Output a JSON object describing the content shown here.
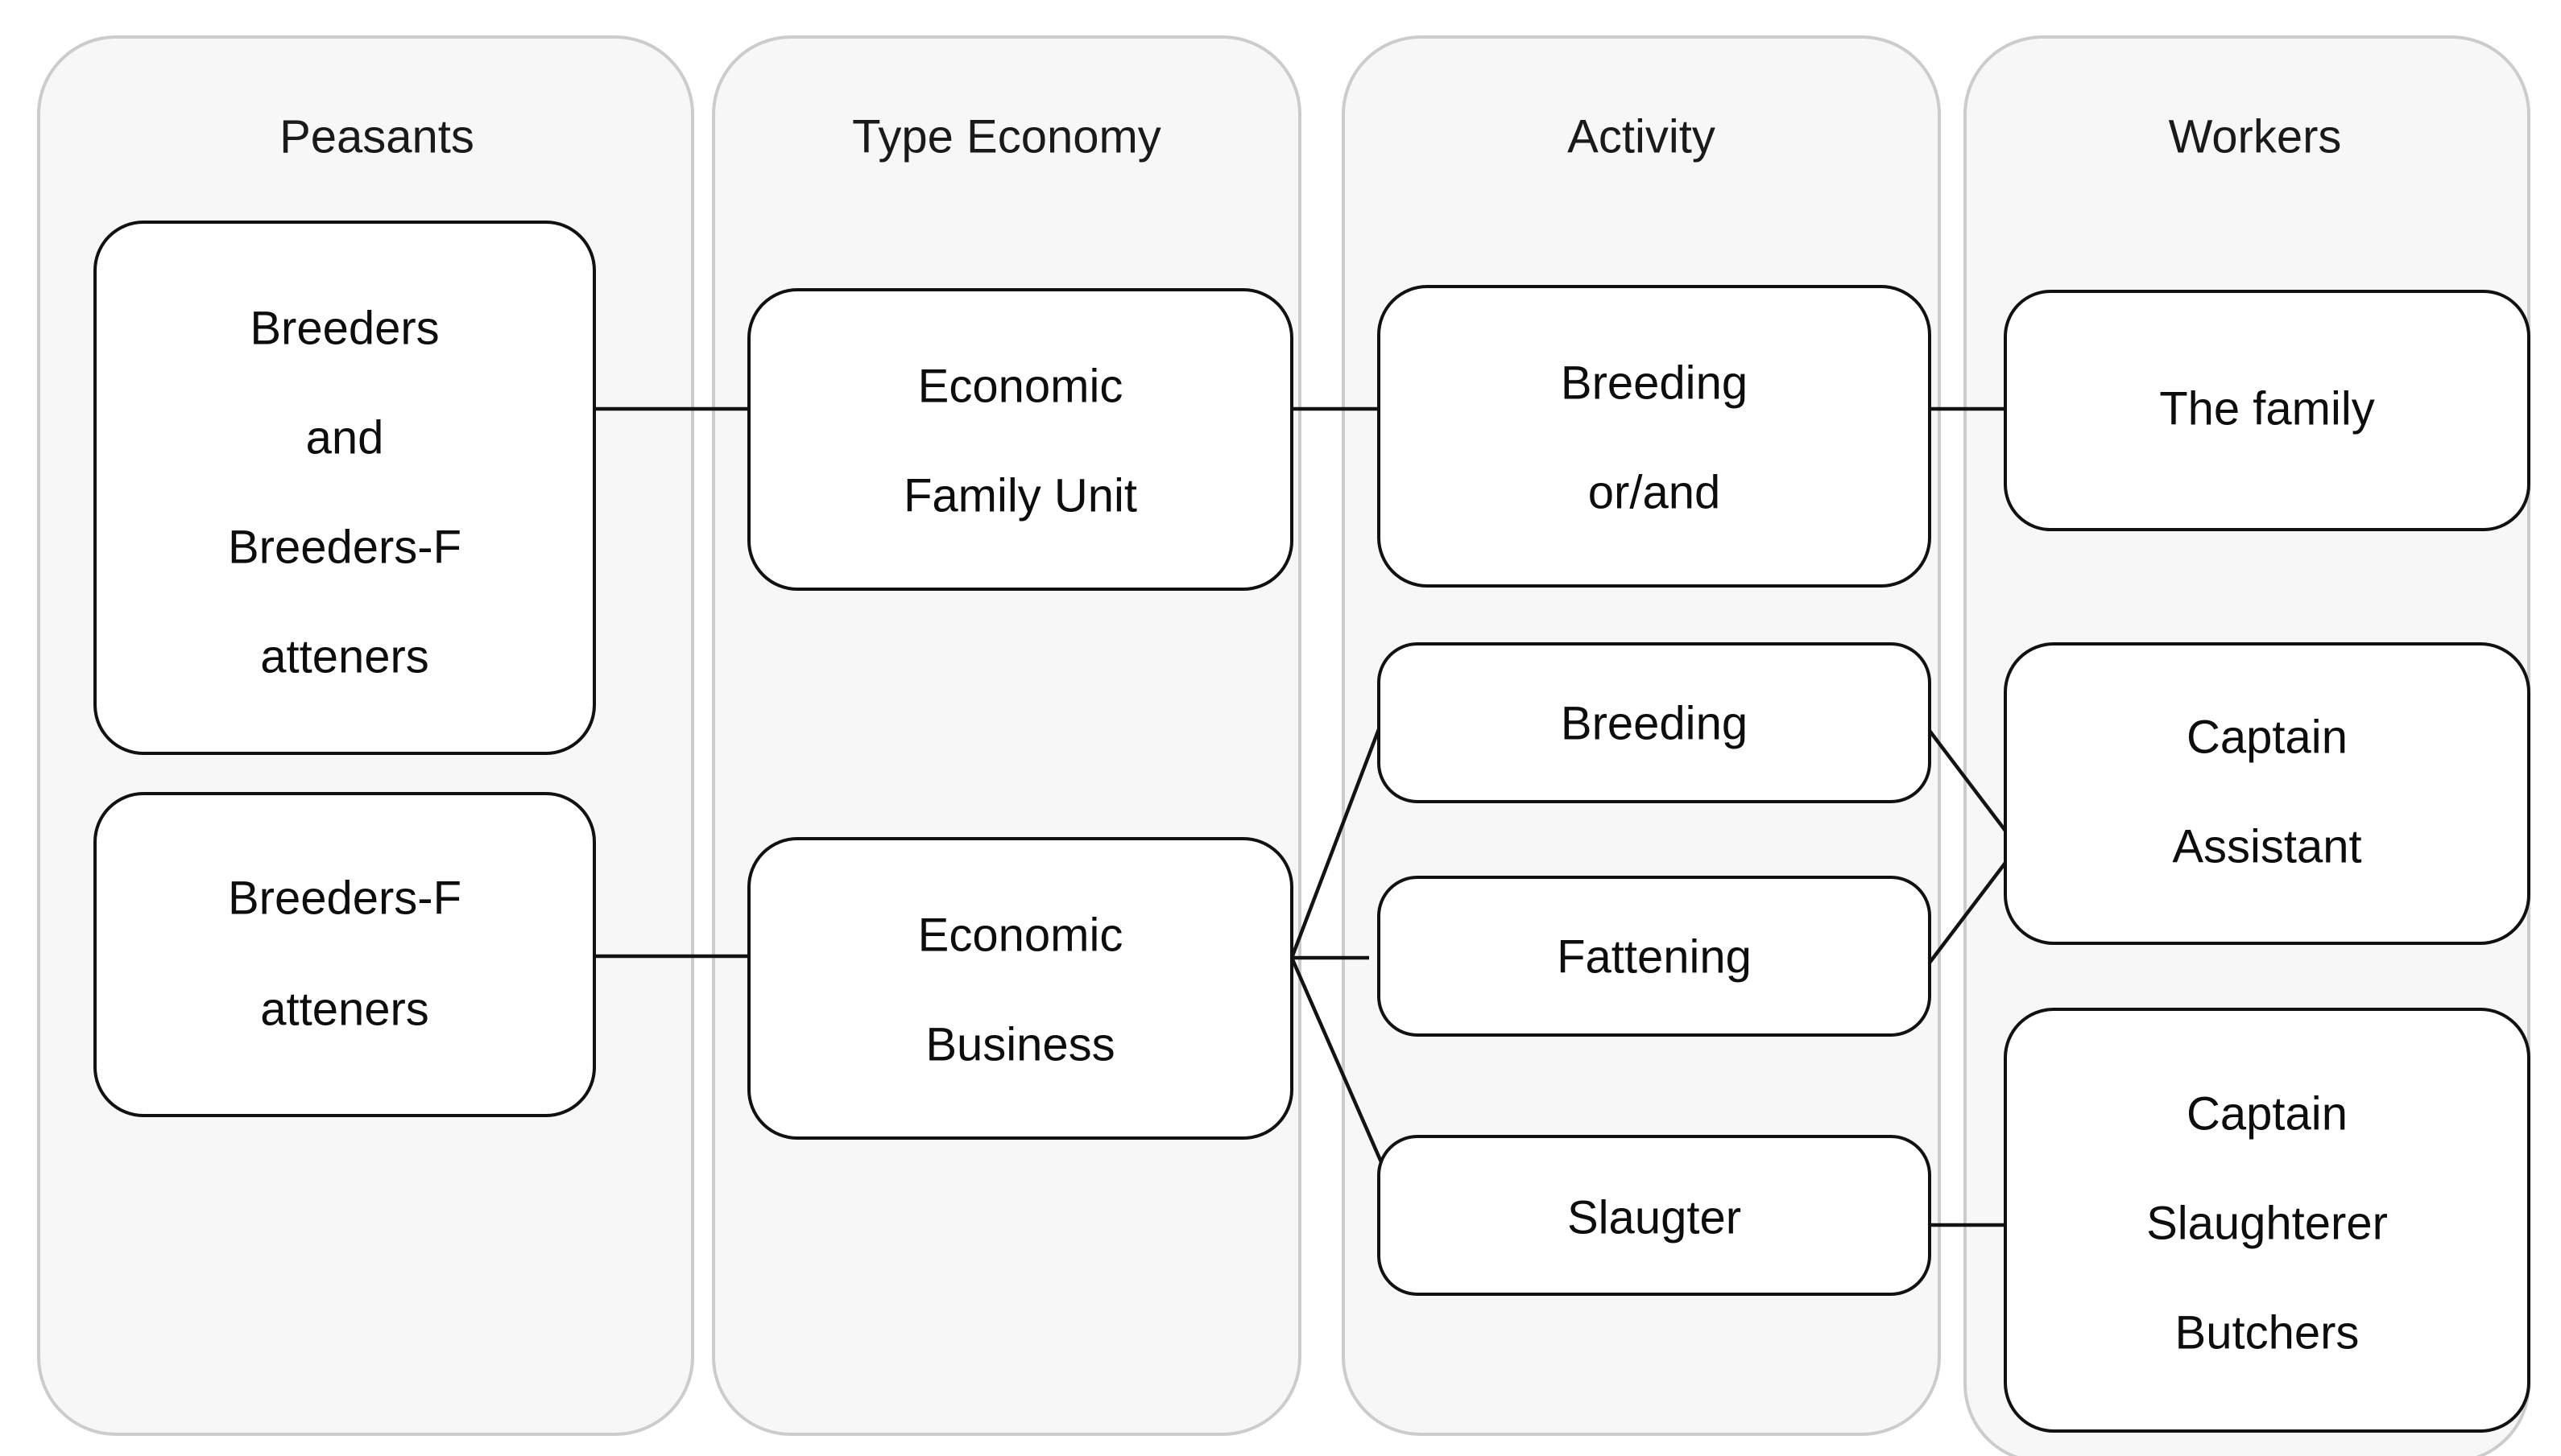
{
  "diagram": {
    "type": "flowchart",
    "direction": "left-to-right",
    "background_color": "#ffffff",
    "cluster_fill": "#f7f7f7",
    "cluster_stroke": "#cccccc",
    "node_fill": "#ffffff",
    "node_stroke": "#111111",
    "edge_stroke": "#131313",
    "clusters": [
      {
        "id": "peasants",
        "title": "Peasants",
        "nodes": [
          {
            "id": "breeders-and-breeders-fatteners",
            "lines": [
              "Breeders",
              "and",
              "Breeders-F",
              "atteners"
            ]
          },
          {
            "id": "breeders-fatteners",
            "lines": [
              "Breeders-F",
              "atteners"
            ]
          }
        ]
      },
      {
        "id": "type-economy",
        "title": "Type Economy",
        "nodes": [
          {
            "id": "economic-family-unit",
            "lines": [
              "Economic",
              "Family Unit"
            ]
          },
          {
            "id": "economic-business",
            "lines": [
              "Economic",
              "Business"
            ]
          }
        ]
      },
      {
        "id": "activity",
        "title": "Activity",
        "nodes": [
          {
            "id": "breeding-or-and",
            "lines": [
              "Breeding",
              "or/and"
            ]
          },
          {
            "id": "breeding",
            "lines": [
              "Breeding"
            ]
          },
          {
            "id": "fattening",
            "lines": [
              "Fattening"
            ]
          },
          {
            "id": "slaugter",
            "lines": [
              "Slaugter"
            ]
          }
        ]
      },
      {
        "id": "workers",
        "title": "Workers",
        "nodes": [
          {
            "id": "the-family",
            "lines": [
              "The family"
            ]
          },
          {
            "id": "captain-assistant",
            "lines": [
              "Captain",
              "Assistant"
            ]
          },
          {
            "id": "captain-slaughterer-butchers",
            "lines": [
              "Captain",
              "Slaughterer",
              "Butchers"
            ]
          }
        ]
      }
    ],
    "edges": [
      {
        "from": "breeders-and-breeders-fatteners",
        "to": "economic-family-unit"
      },
      {
        "from": "breeders-fatteners",
        "to": "economic-business"
      },
      {
        "from": "economic-family-unit",
        "to": "breeding-or-and"
      },
      {
        "from": "economic-business",
        "to": "breeding"
      },
      {
        "from": "economic-business",
        "to": "fattening"
      },
      {
        "from": "economic-business",
        "to": "slaugter"
      },
      {
        "from": "breeding-or-and",
        "to": "the-family"
      },
      {
        "from": "breeding",
        "to": "captain-assistant"
      },
      {
        "from": "fattening",
        "to": "captain-assistant"
      },
      {
        "from": "slaugter",
        "to": "captain-slaughterer-butchers"
      }
    ]
  }
}
